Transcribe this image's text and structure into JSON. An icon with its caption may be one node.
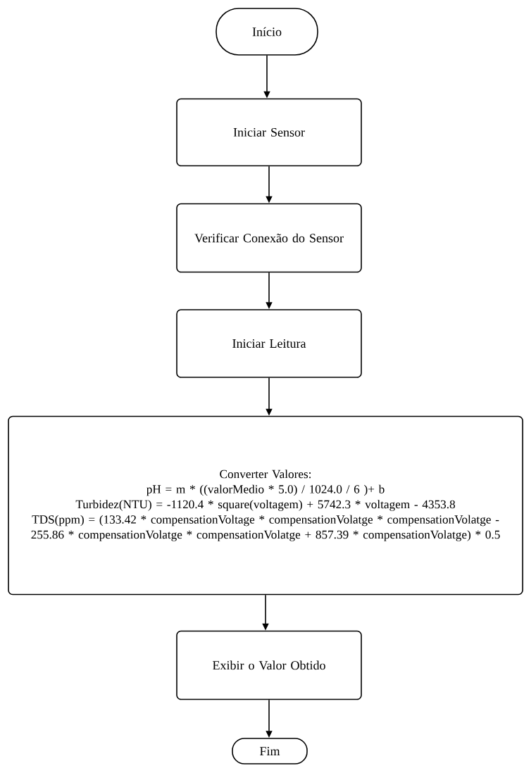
{
  "diagram": {
    "nodes": [
      {
        "text": [
          "Início"
        ]
      },
      {
        "text": [
          "Iniciar Sensor"
        ]
      },
      {
        "text": [
          "Verificar Conexão do Sensor"
        ]
      },
      {
        "text": [
          "Iniciar Leitura"
        ]
      },
      {
        "text": [
          "Converter Valores:",
          "pH = m * ((valorMedio * 5.0) / 1024.0 / 6 )+ b",
          "Turbidez(NTU) = -1120.4 * square(voltagem) + 5742.3 * voltagem - 4353.8",
          "TDS(ppm) = (133.42 * compensationVoltage * compensationVolatge * compensationVolatge - 255.86 * compensationVolatge * compensationVolatge + 857.39 * compensationVolatge) * 0.5"
        ]
      },
      {
        "text": [
          "Exibir o Valor Obtido"
        ]
      },
      {
        "text": [
          "Fim"
        ]
      }
    ],
    "edges": [
      {
        "from": 0,
        "to": 1,
        "arrow": "to"
      },
      {
        "from": 1,
        "to": 2,
        "arrow": "to"
      },
      {
        "from": 2,
        "to": 3,
        "arrow": "to"
      },
      {
        "from": 3,
        "to": 4,
        "arrow": "to"
      },
      {
        "from": 4,
        "to": 5,
        "arrow": "to"
      },
      {
        "from": 5,
        "to": 6,
        "arrow": "to"
      }
    ]
  }
}
